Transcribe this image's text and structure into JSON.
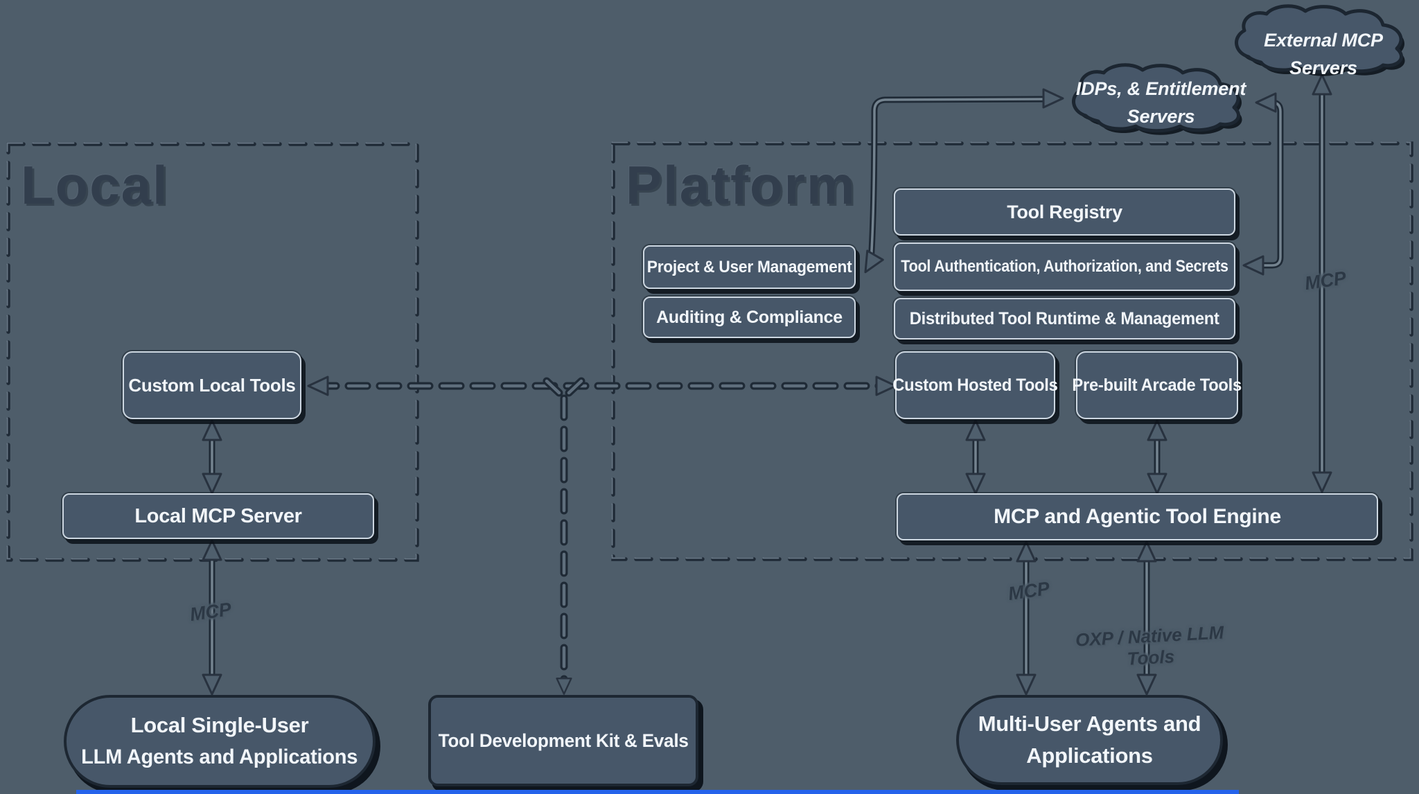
{
  "colors": {
    "background": "#4e5d6a",
    "node_fill": "#475769",
    "node_border_light": "#cdd7e1",
    "node_border_dark": "#1d2732",
    "text_light": "#f2f6fa",
    "text_dark": "#323e4d",
    "wire_outer": "#28323f",
    "wire_inner": "#74838f",
    "wire_head_fill": "#4f5f6d",
    "dash_outer": "#1f2a36",
    "dash_inner": "#5f6e7c",
    "bottom_bar": "#2563eb"
  },
  "regions": {
    "local": {
      "title": "Local"
    },
    "platform": {
      "title": "Platform"
    }
  },
  "clouds": {
    "external": {
      "label": "External MCP Servers"
    },
    "idp": {
      "line1": "IDPs, & Entitlement",
      "line2": "Servers"
    }
  },
  "boxes": {
    "tool_registry": "Tool Registry",
    "tool_auth": "Tool Authentication, Authorization, and Secrets",
    "distributed_runtime": "Distributed Tool Runtime & Management",
    "project_user_mgmt": "Project & User Management",
    "auditing_compliance": "Auditing & Compliance",
    "custom_local_tools": "Custom Local Tools",
    "custom_hosted_tools": "Custom Hosted Tools",
    "prebuilt_arcade_tools": "Pre-built Arcade Tools",
    "local_mcp_server": "Local MCP Server",
    "mcp_engine": "MCP and Agentic Tool Engine",
    "local_single_user": {
      "line1": "Local Single-User",
      "line2": "LLM Agents and Applications"
    },
    "tool_dev_kit": "Tool Development Kit & Evals",
    "multi_user": {
      "line1": "Multi-User Agents and",
      "line2": "Applications"
    }
  },
  "edge_labels": {
    "mcp_local": "MCP",
    "mcp_engine_down": "MCP",
    "mcp_external": "MCP",
    "oxp": "OXP / Native LLM Tools"
  }
}
